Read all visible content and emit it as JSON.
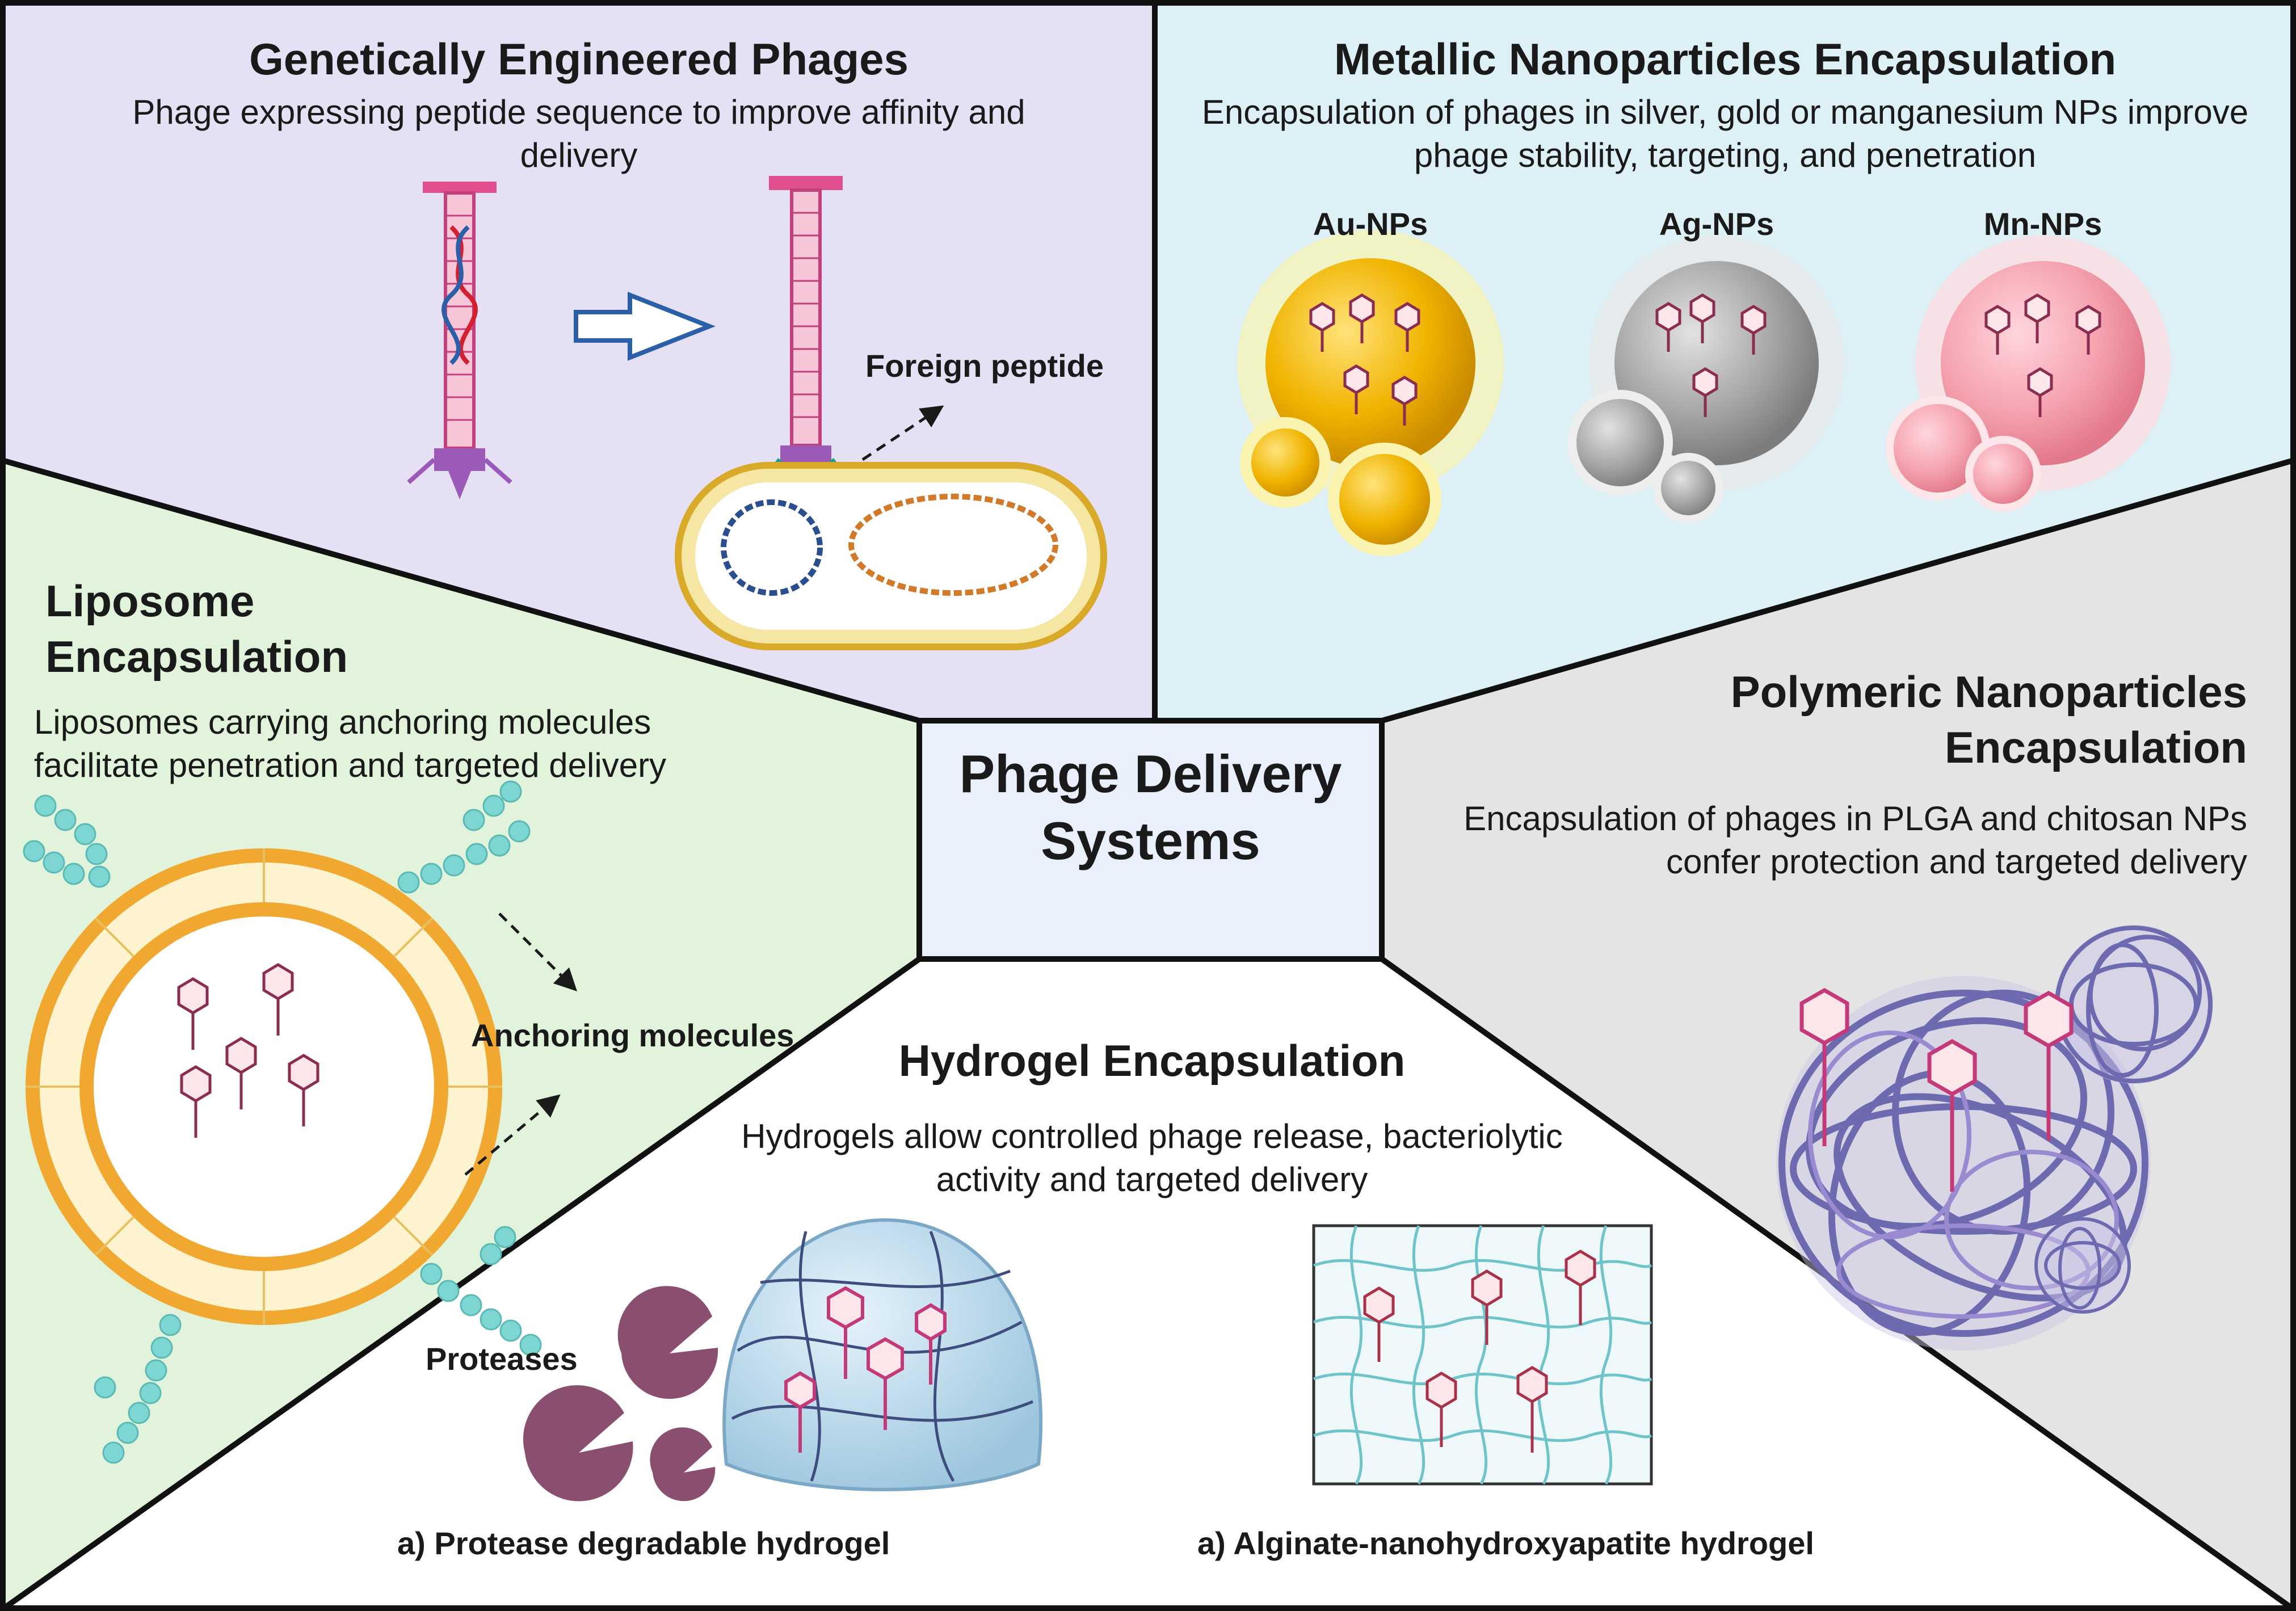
{
  "center_title": "Phage Delivery Systems",
  "sections": {
    "genetic": {
      "title": "Genetically Engineered Phages",
      "description": "Phage expressing peptide sequence to improve affinity and delivery",
      "labels": {
        "foreign_peptide": "Foreign peptide"
      }
    },
    "metallic": {
      "title": "Metallic Nanoparticles Encapsulation",
      "description": "Encapsulation of phages in silver, gold or manganesium NPs improve phage stability, targeting, and penetration",
      "particles": [
        "Au-NPs",
        "Ag-NPs",
        "Mn-NPs"
      ]
    },
    "liposome": {
      "title": "Liposome Encapsulation",
      "description": "Liposomes carrying anchoring molecules facilitate penetration and targeted delivery",
      "labels": {
        "anchoring": "Anchoring molecules"
      }
    },
    "polymeric": {
      "title": "Polymeric Nanoparticles Encapsulation",
      "description": "Encapsulation of phages in PLGA and chitosan NPs confer protection and targeted delivery"
    },
    "hydrogel": {
      "title": "Hydrogel Encapsulation",
      "description": "Hydrogels allow controlled phage release, bacteriolytic activity and targeted delivery",
      "labels": {
        "proteases": "Proteases",
        "caption_a": "a) Protease degradable hydrogel",
        "caption_b": "a) Alginate-nanohydroxyapatite hydrogel"
      }
    }
  },
  "colors": {
    "genetic_bg": "#e6e0f5",
    "metallic_bg": "#dcf0f6",
    "liposome_bg": "#e1f3da",
    "polymeric_bg": "#e4e4e4",
    "hydrogel_bg": "#ffffff",
    "center_box": "#e9f0fb",
    "gold": "#f0b400",
    "silver": "#9a9a9a",
    "manganese": "#f4a0ae",
    "liposome_ring": "#f0a830",
    "anchor_beads": "#7dd6d2",
    "protease": "#8a4e70",
    "polymer": "#6e6ab0"
  }
}
